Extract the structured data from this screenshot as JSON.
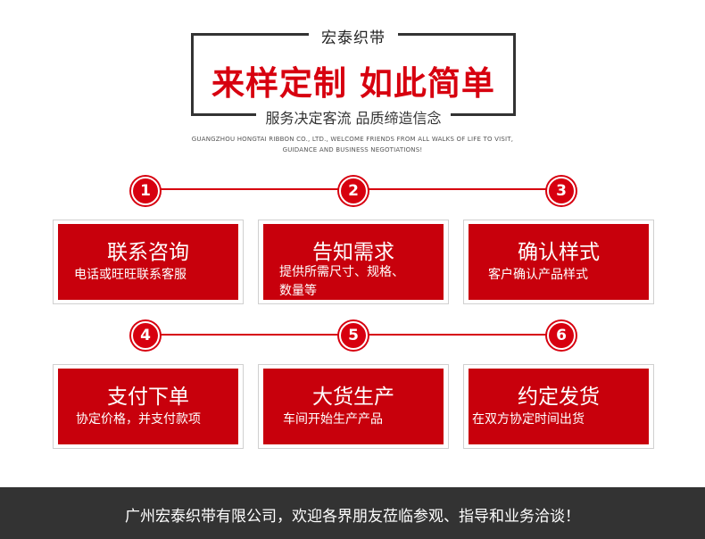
{
  "header": {
    "brand": "宏泰织带",
    "headline": "来样定制 如此简单",
    "slogan": "服务决定客流  品质缔造信念",
    "english_line1": "GUANGZHOU HONGTAI RIBBON CO., LTD., WELCOME FRIENDS FROM ALL WALKS OF LIFE TO VISIT,",
    "english_line2": "GUIDANCE AND BUSINESS NEGOTIATIONS!"
  },
  "steps": [
    {
      "number": "1",
      "title": "联系咨询",
      "desc": "电话或旺旺联系客服"
    },
    {
      "number": "2",
      "title": "告知需求",
      "desc": "提供所需尺寸、规格、数量等"
    },
    {
      "number": "3",
      "title": "确认样式",
      "desc": "客户确认产品样式"
    },
    {
      "number": "4",
      "title": "支付下单",
      "desc": "协定价格，并支付款项"
    },
    {
      "number": "5",
      "title": "大货生产",
      "desc": "车间开始生产产品"
    },
    {
      "number": "6",
      "title": "约定发货",
      "desc": "在双方协定时间出货"
    }
  ],
  "footer": {
    "text": "广州宏泰织带有限公司，欢迎各界朋友莅临参观、指导和业务洽谈！"
  },
  "colors": {
    "accent": "#d7000f",
    "card": "#c8000c",
    "footer_bg": "#333333"
  }
}
